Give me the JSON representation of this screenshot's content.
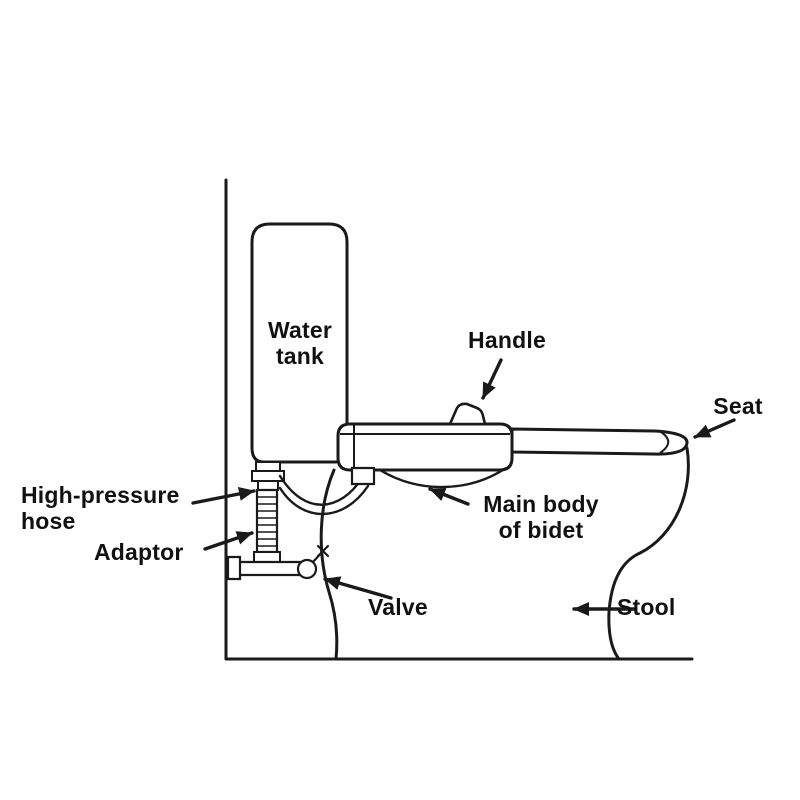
{
  "colors": {
    "background": "#ffffff",
    "line": "#1a1a1a",
    "text": "#111111"
  },
  "labels": {
    "water_tank": "Water\ntank",
    "handle": "Handle",
    "seat": "Seat",
    "main_body": "Main body\nof bidet",
    "high_pressure_hose": "High-pressure\nhose",
    "adaptor": "Adaptor",
    "valve": "Valve",
    "stool": "Stool"
  }
}
